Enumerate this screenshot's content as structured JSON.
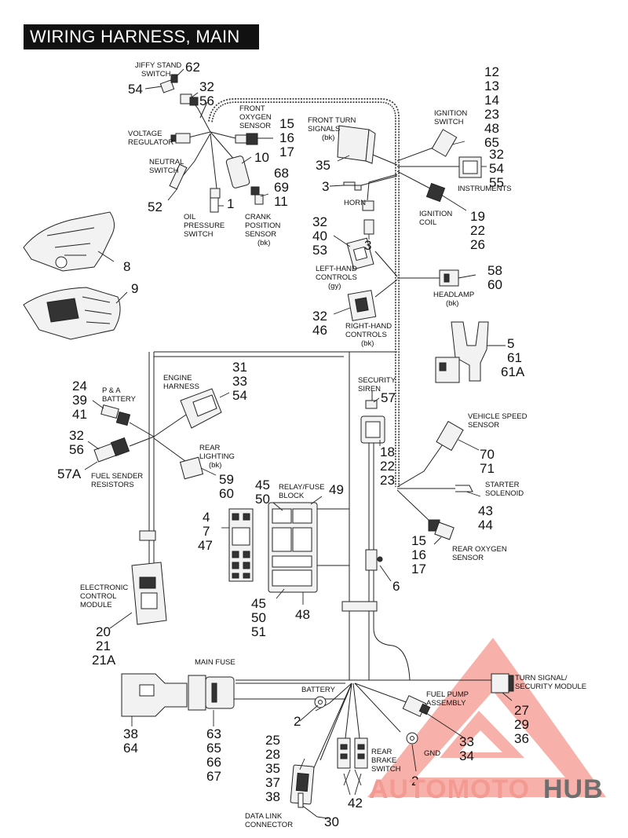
{
  "title": "WIRING HARNESS, MAIN",
  "watermark": {
    "part1": "AUTOMOTO",
    "part2": "HUB"
  },
  "labels": {
    "jiffy_stand": [
      "JIFFY STAND",
      "SWITCH"
    ],
    "voltage_regulator": [
      "VOLTAGE",
      "REGULATOR"
    ],
    "front_oxygen": [
      "FRONT",
      "OXYGEN",
      "SENSOR"
    ],
    "neutral_switch": [
      "NEUTRAL",
      "SWITCH"
    ],
    "oil_pressure": [
      "OIL",
      "PRESSURE",
      "SWITCH"
    ],
    "crank_position": [
      "CRANK",
      "POSITION",
      "SENSOR",
      "(bk)"
    ],
    "front_turn": [
      "FRONT TURN",
      "SIGNALS",
      "(bk)"
    ],
    "ignition_switch": [
      "IGNITION",
      "SWITCH"
    ],
    "instruments": "INSTRUMENTS",
    "horn": "HORN",
    "ignition_coil": [
      "IGNITION",
      "COIL"
    ],
    "left_hand": [
      "LEFT-HAND",
      "CONTROLS",
      "(gy)"
    ],
    "headlamp": [
      "HEADLAMP",
      "(bk)"
    ],
    "right_hand": [
      "RIGHT-HAND",
      "CONTROLS",
      "(bk)"
    ],
    "security_siren": [
      "SECURITY",
      "SIREN"
    ],
    "pa_battery": [
      "P & A",
      "BATTERY"
    ],
    "engine_harness": [
      "ENGINE",
      "HARNESS"
    ],
    "rear_lighting": [
      "REAR",
      "LIGHTING",
      "(bk)"
    ],
    "fuel_sender": [
      "FUEL SENDER",
      "RESISTORS"
    ],
    "vehicle_speed": [
      "VEHICLE SPEED",
      "SENSOR"
    ],
    "starter_solenoid": [
      "STARTER",
      "SOLENOID"
    ],
    "relay_fuse": [
      "RELAY/FUSE",
      "BLOCK"
    ],
    "rear_oxygen": [
      "REAR OXYGEN",
      "SENSOR"
    ],
    "ecm": [
      "ELECTRONIC",
      "CONTROL",
      "MODULE"
    ],
    "main_fuse": "MAIN FUSE",
    "battery": "BATTERY",
    "turn_signal_module": [
      "TURN SIGNAL/",
      "SECURITY MODULE"
    ],
    "fuel_pump": [
      "FUEL PUMP",
      "ASSEMBLY"
    ],
    "gnd": "GND",
    "rear_brake": [
      "REAR",
      "BRAKE",
      "SWITCH"
    ],
    "data_link": [
      "DATA LINK",
      "CONNECTOR"
    ]
  },
  "callouts": {
    "jiffy_62": "62",
    "jiffy_54": "54",
    "jiffy_32_56": [
      "32",
      "56"
    ],
    "front_oxy": [
      "15",
      "16",
      "17"
    ],
    "reg_10": "10",
    "crank": [
      "68",
      "69",
      "11"
    ],
    "neutral_52": "52",
    "oil_1": "1",
    "ign_switch": [
      "12",
      "13",
      "14",
      "23",
      "48",
      "65"
    ],
    "front_turn_35": "35",
    "instruments": [
      "32",
      "54",
      "55"
    ],
    "horn_3a": "3",
    "horn_3b": "3",
    "ign_coil": [
      "19",
      "22",
      "26"
    ],
    "lh_controls": [
      "32",
      "40",
      "53"
    ],
    "headlamp": [
      "58",
      "60"
    ],
    "rh_controls": [
      "32",
      "46"
    ],
    "handlebar_8": "8",
    "handlebar_9": "9",
    "ign_bracket": [
      "5",
      "61",
      "61A"
    ],
    "pa_battery": [
      "24",
      "39",
      "41"
    ],
    "engine_harness": [
      "31",
      "33",
      "54"
    ],
    "siren_57": "57",
    "siren_lower": [
      "18",
      "22",
      "23"
    ],
    "fuel_sender": [
      "32",
      "56"
    ],
    "fuel_sender_57a": "57A",
    "rear_lighting": [
      "59",
      "60"
    ],
    "vss": [
      "70",
      "71"
    ],
    "starter": [
      "43",
      "44"
    ],
    "relay_top": [
      "45",
      "50"
    ],
    "relay_49": "49",
    "fuse_left": [
      "4",
      "7",
      "47"
    ],
    "rear_oxy": [
      "15",
      "16",
      "17"
    ],
    "clip_6": "6",
    "relay_bottom": [
      "45",
      "50",
      "51"
    ],
    "relay_48": "48",
    "ecm": [
      "20",
      "21",
      "21A"
    ],
    "main_fuse_left": [
      "38",
      "64"
    ],
    "main_fuse_right": [
      "63",
      "65",
      "66",
      "67"
    ],
    "battery_2": "2",
    "data_link": [
      "25",
      "28",
      "35",
      "37",
      "38"
    ],
    "data_link_30": "30",
    "brake_42": "42",
    "gnd_2": "2",
    "fuel_pump": [
      "33",
      "34"
    ],
    "turn_module": [
      "27",
      "29",
      "36"
    ]
  }
}
